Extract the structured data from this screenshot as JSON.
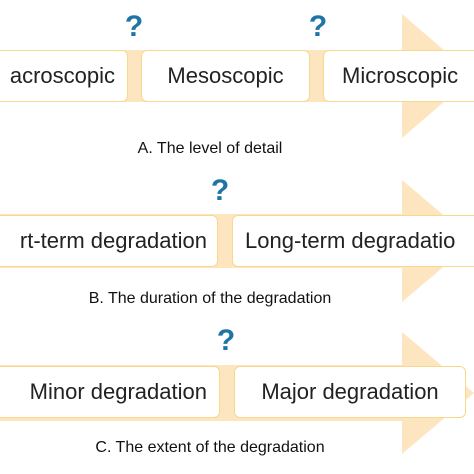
{
  "colors": {
    "arrow_fill": "#fde5bf",
    "box_border": "#f5d98e",
    "question_mark": "#1e73a8",
    "text": "#222222"
  },
  "rows": [
    {
      "boxes": [
        "acroscopic",
        "Mesoscopic",
        "Microscopic"
      ],
      "question_marks": [
        "?",
        "?"
      ],
      "caption": "A. The level of detail"
    },
    {
      "boxes": [
        "rt-term degradation",
        "Long-term degradatio"
      ],
      "question_marks": [
        "?"
      ],
      "caption": "B. The duration of the degradation"
    },
    {
      "boxes": [
        "Minor degradation",
        "Major degradation"
      ],
      "question_marks": [
        "?"
      ],
      "caption": "C. The extent of the degradation"
    }
  ]
}
